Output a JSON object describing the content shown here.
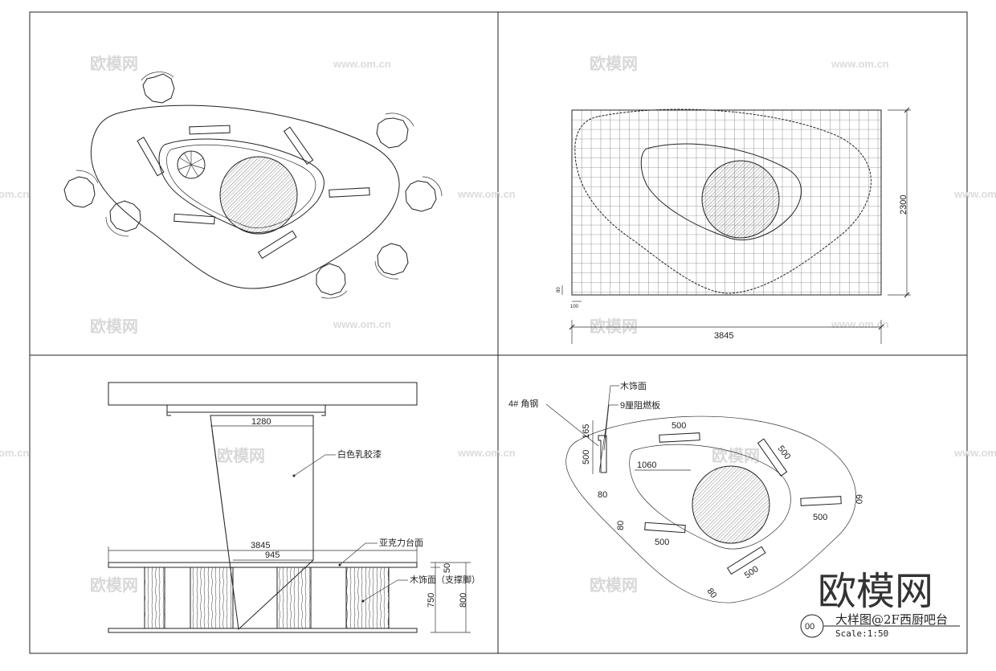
{
  "watermark": {
    "text": "欧模网",
    "url": "www.om.cn",
    "url_short": "om.cn"
  },
  "plan_drawing": {},
  "grid_plan": {
    "width_dim": "3845",
    "height_dim": "2300",
    "small_dim_1": "100",
    "small_dim_2": "80"
  },
  "elevation": {
    "top_width_dim": "1280",
    "label_paint": "白色乳胶漆",
    "label_top": "亚克力台面",
    "label_wood": "木饰面（支撑脚）",
    "overall_width_dim": "3845",
    "inner_width_dim": "945",
    "dim_50": "50",
    "dim_750": "750",
    "dim_800": "800"
  },
  "detail_plan": {
    "label_wood_face": "木饰面",
    "label_board": "9厘阻燃板",
    "label_angle": "4# 角钢",
    "dim_165": "165",
    "dim_500_vertical": "500",
    "dim_80_left": "80",
    "dim_1060": "1060",
    "seat_dims": [
      "500",
      "500",
      "500",
      "500",
      "500"
    ],
    "dim_60": "60",
    "dim_80_mid": "80",
    "dim_80_bottom": "80"
  },
  "title_block": {
    "brand": "欧模网",
    "number": "00",
    "title": "大样图@2F西厨吧台",
    "scale": "Scale:1:50"
  }
}
